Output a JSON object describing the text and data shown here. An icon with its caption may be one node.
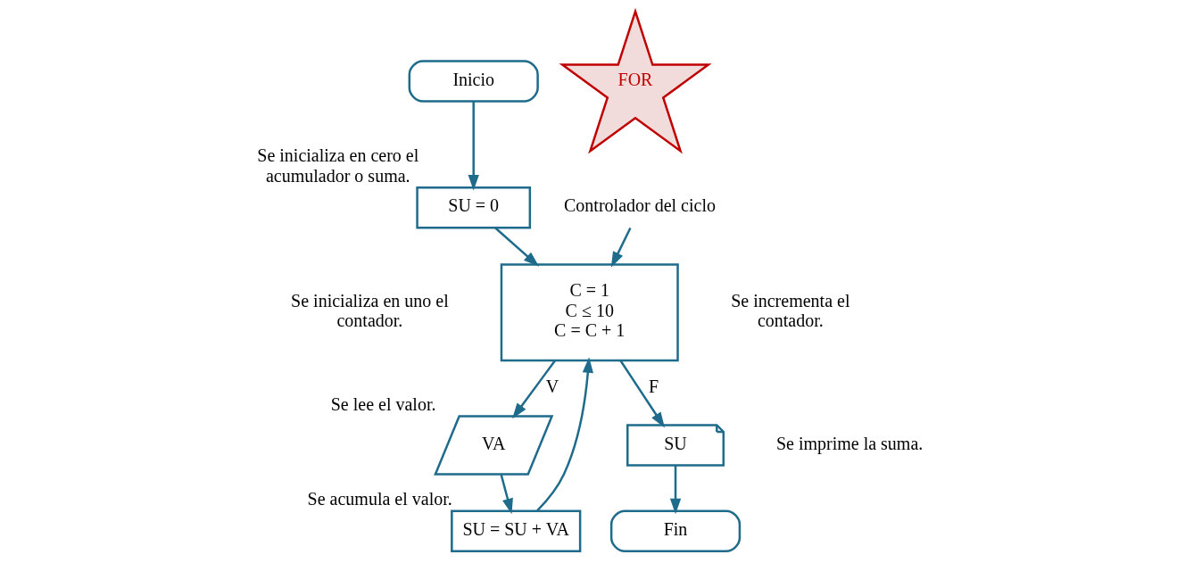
{
  "diagram": {
    "nodes": [
      {
        "text": [
          "Inicio"
        ]
      },
      {
        "text": [
          "FOR"
        ]
      },
      {
        "text": [
          "SU = 0"
        ],
        "beside": [
          "Se inicializa en cero el acumulador o suma."
        ]
      },
      {
        "text": [
          "C = 1",
          "C ≤ 10",
          "C = C + 1"
        ],
        "beside": [
          "Se inicializa en uno el contador.",
          "Se incrementa el contador."
        ]
      },
      {
        "text": [
          "Controlador del ciclo"
        ]
      },
      {
        "text": [
          "VA"
        ],
        "beside": [
          "Se lee el valor."
        ]
      },
      {
        "text": [
          "SU"
        ],
        "beside": [
          "Se imprime la suma."
        ]
      },
      {
        "text": [
          "SU = SU + VA"
        ],
        "beside": [
          "Se acumula el valor."
        ]
      },
      {
        "text": [
          "Fin"
        ]
      }
    ],
    "edges": [
      {
        "from": 0,
        "to": 2,
        "arrow": "to"
      },
      {
        "from": 2,
        "to": 3,
        "arrow": "to"
      },
      {
        "from": 4,
        "to": 3,
        "arrow": "to"
      },
      {
        "from": 3,
        "to": 6,
        "arrow": "to",
        "label": "F"
      },
      {
        "from": 3,
        "to": 5,
        "arrow": "to",
        "label": "V"
      },
      {
        "from": 5,
        "to": 7,
        "arrow": "to"
      },
      {
        "from": 7,
        "to": 3,
        "arrow": "to"
      },
      {
        "from": 6,
        "to": 8,
        "arrow": "to"
      }
    ]
  }
}
